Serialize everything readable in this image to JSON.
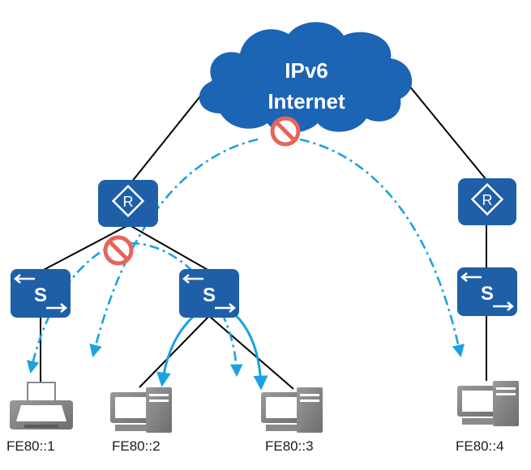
{
  "cloud": {
    "line1": "IPv6",
    "line2": "Internet"
  },
  "devices": {
    "router_letter": "R",
    "switch_letter": "S"
  },
  "hosts": {
    "h1": "FE80::1",
    "h2": "FE80::2",
    "h3": "FE80::3",
    "h4": "FE80::4"
  },
  "colors": {
    "device_blue": "#1f5fa8",
    "cloud_blue": "#1c64b4",
    "arrow_blue": "#1aa3e0",
    "block_red": "#e8645a",
    "link_black": "#000000"
  },
  "icons": [
    "no-entry-icon",
    "router-icon",
    "switch-icon",
    "printer-icon",
    "computer-icon"
  ]
}
